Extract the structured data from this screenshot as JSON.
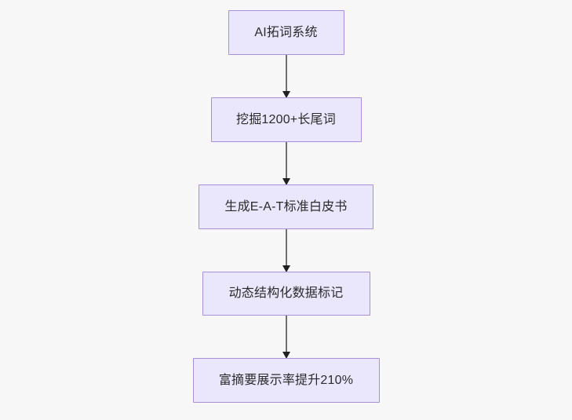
{
  "diagram": {
    "type": "flowchart",
    "orientation": "top-to-bottom",
    "background_color": "#f7f7f7",
    "node_fill_color": "#eae6fb",
    "node_border_color": "#a98fdb",
    "node_text_color": "#2b2b2b",
    "connector_color": "#707070",
    "arrowhead_color": "#1f1f1f",
    "nodes": [
      {
        "id": "n1",
        "label": "AI拓词系统"
      },
      {
        "id": "n2",
        "label": "挖掘1200+长尾词"
      },
      {
        "id": "n3",
        "label": "生成E-A-T标准白皮书"
      },
      {
        "id": "n4",
        "label": "动态结构化数据标记"
      },
      {
        "id": "n5",
        "label": "富摘要展示率提升210%"
      }
    ],
    "edges": [
      {
        "id": "e1",
        "from": "n1",
        "to": "n2",
        "label": "",
        "arrow": "arrow-down-icon"
      },
      {
        "id": "e2",
        "from": "n2",
        "to": "n3",
        "label": "",
        "arrow": "arrow-down-icon"
      },
      {
        "id": "e3",
        "from": "n3",
        "to": "n4",
        "label": "",
        "arrow": "arrow-down-icon"
      },
      {
        "id": "e4",
        "from": "n4",
        "to": "n5",
        "label": "",
        "arrow": "arrow-down-icon"
      }
    ]
  }
}
